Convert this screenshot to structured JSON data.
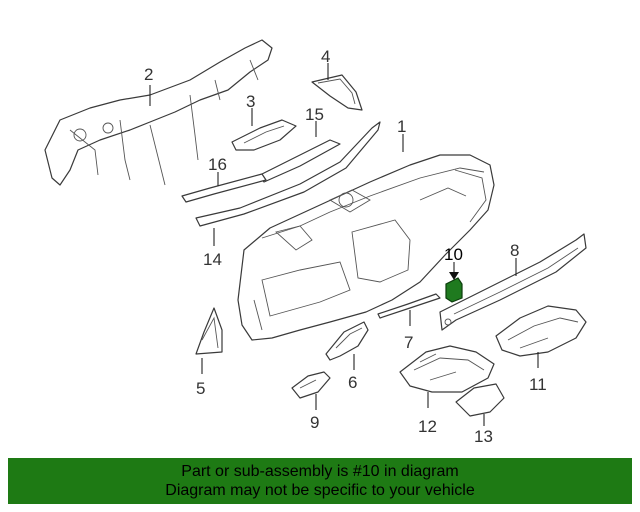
{
  "diagram": {
    "callouts": [
      "1",
      "2",
      "3",
      "4",
      "5",
      "6",
      "7",
      "8",
      "9",
      "10",
      "11",
      "12",
      "13",
      "14",
      "15",
      "16"
    ],
    "highlighted_part": "10",
    "highlight_color": "#1f7a1f"
  },
  "banner": {
    "line1": "Part or sub-assembly is #10 in diagram",
    "line2": "Diagram may not be specific to your vehicle",
    "background": "#1e7a14"
  }
}
